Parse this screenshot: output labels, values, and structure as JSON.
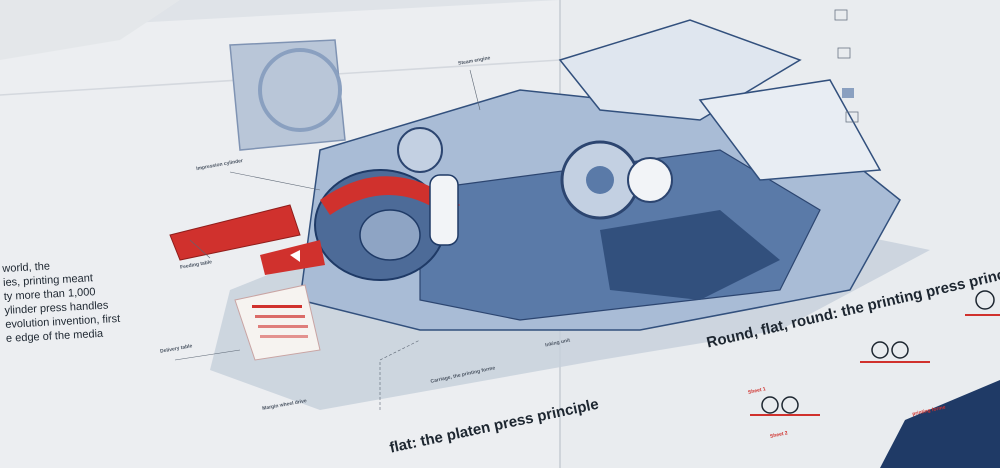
{
  "poster": {
    "heading_round": "Round, flat, round: the printing press principle",
    "heading_platen": "flat: the platen press principle",
    "left_text_lines": [
      "world, the",
      "ies, printing meant",
      "ty more than 1,000",
      "ylinder press handles",
      "evolution invention, first",
      "e edge of the media"
    ],
    "callouts": {
      "impression_cylinder": "Impression cylinder",
      "feeding_table": "Feeding table",
      "delivery_table": "Delivery table",
      "margin_wheel": "Margin wheel drive",
      "steam_engine": "Steam engine",
      "carriage": "Carriage, the printing forme",
      "inking_unit": "Inking unit",
      "sheet_1": "Sheet 1",
      "sheet_2": "Sheet 2",
      "printing_forme": "printing forme"
    }
  },
  "colors": {
    "paper": "#eef0f3",
    "machine_blue": "#4a6a99",
    "machine_light": "#a9bcd6",
    "accent_red": "#d0312d",
    "ink": "#1d2630"
  }
}
